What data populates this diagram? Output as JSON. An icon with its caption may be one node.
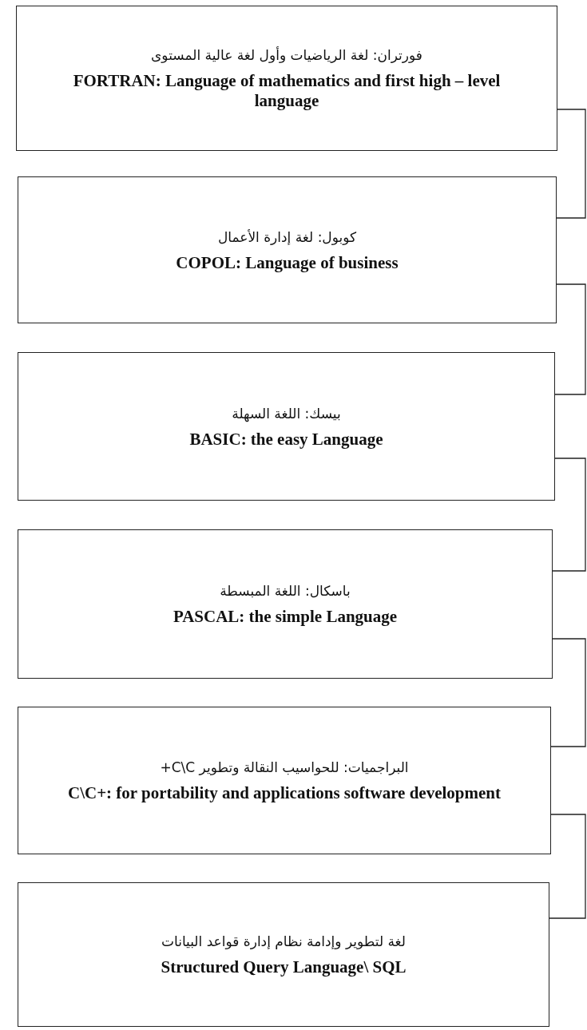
{
  "diagram": {
    "nodes": [
      {
        "text": [
          "فورتران: لغة الرياضيات وأول لغة عالية المستوى",
          "FORTRAN: Language of mathematics and first high – level language"
        ]
      },
      {
        "text": [
          "كوبول: لغة إدارة الأعمال",
          "COPOL: Language of business"
        ]
      },
      {
        "text": [
          "بيسك: اللغة السهلة",
          "BASIC: the easy Language"
        ]
      },
      {
        "text": [
          "باسكال: اللغة المبسطة",
          "PASCAL: the simple Language"
        ]
      },
      {
        "text": [
          "البراجميات: للحواسيب النقالة وتطوير C\\C+",
          "C\\C+: for portability and applications software development"
        ]
      },
      {
        "text": [
          "لغة لتطوير وإدامة نظام إدارة قواعد البيانات",
          "Structured Query Language\\ SQL"
        ]
      }
    ],
    "edges": [
      {
        "from": 0,
        "to": 1,
        "arrow": "none"
      },
      {
        "from": 1,
        "to": 2,
        "arrow": "none"
      },
      {
        "from": 2,
        "to": 3,
        "arrow": "none"
      },
      {
        "from": 3,
        "to": 4,
        "arrow": "none"
      },
      {
        "from": 4,
        "to": 5,
        "arrow": "none"
      }
    ]
  }
}
